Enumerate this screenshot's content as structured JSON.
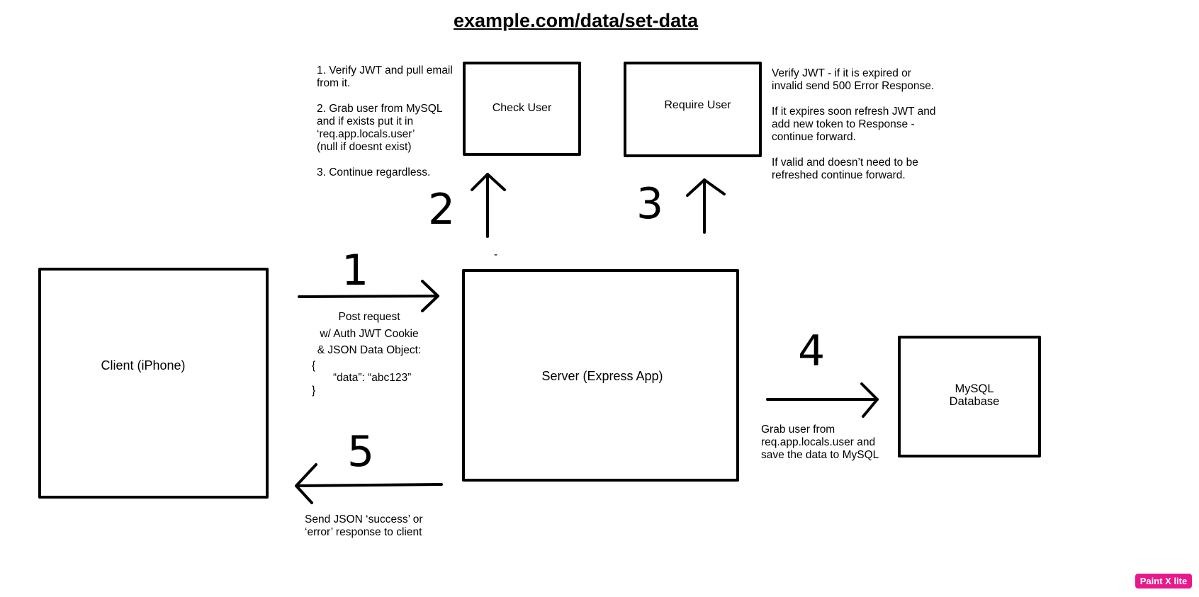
{
  "title": "example.com/data/set-data",
  "boxes": {
    "client": "Client (iPhone)",
    "server": "Server (Express App)",
    "check_user": "Check User",
    "require_user": "Require User",
    "mysql_db": "MySQL\nDatabase"
  },
  "steps": {
    "s1": "1",
    "s2": "2",
    "s3": "3",
    "s4": "4",
    "s5": "5"
  },
  "notes": {
    "check_user": "1. Verify JWT and pull email\nfrom it.\n\n2. Grab user from MySQL\nand if exists put it in\n‘req.app.locals.user’\n(null if doesnt exist)\n\n3. Continue regardless.",
    "require_user": "Verify JWT - if it is expired or\ninvalid send 500 Error Response.\n\nIf it expires soon refresh JWT and\nadd new token to Response -\ncontinue forward.\n\nIf valid and doesn’t need to be\nrefreshed continue forward.",
    "post_request": "Post request\nw/ Auth JWT Cookie\n& JSON Data Object:",
    "json_open": "{",
    "json_body": "“data”: “abc123”",
    "json_close": "}",
    "db_save": "Grab user from\nreq.app.locals.user and\nsave the data to MySQL",
    "response": "Send JSON ‘success’ or\n‘error’ response to client",
    "stray_mark": "-"
  },
  "watermark": "Paint X lite",
  "colors": {
    "stroke": "#000000",
    "badge": "#e8198b"
  }
}
